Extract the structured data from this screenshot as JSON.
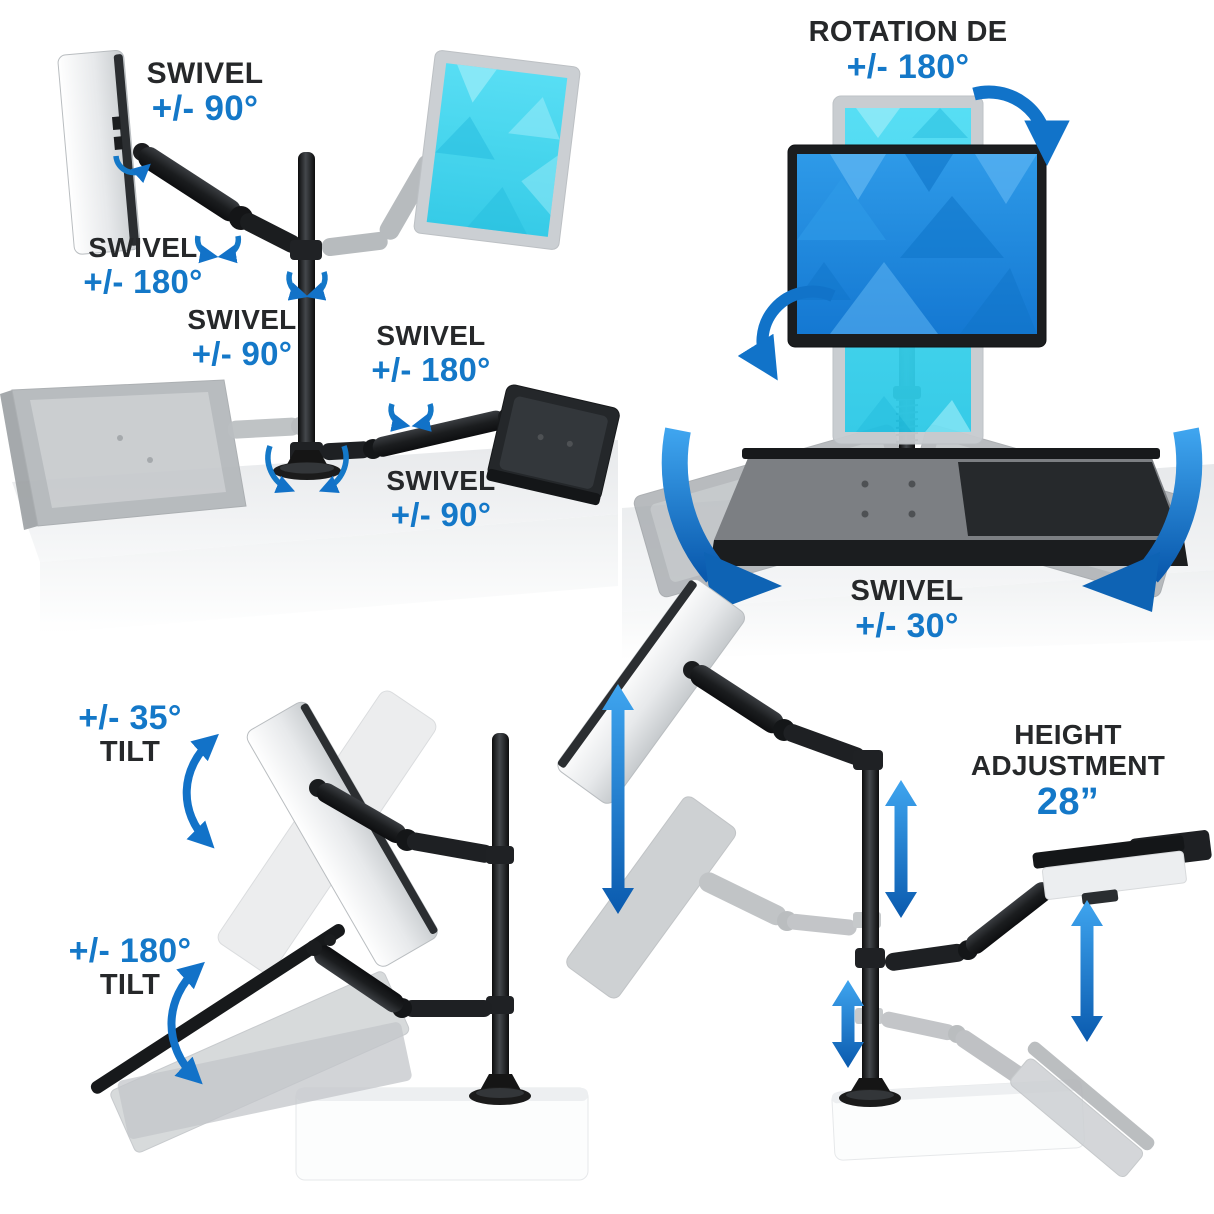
{
  "palette": {
    "accent_blue": "#1478C8",
    "text_black": "#26282A",
    "arrow_blue_light": "#3FA5EF",
    "arrow_blue_dark": "#0A5AAE",
    "screen_cyan": "#3ED7F0",
    "screen_blue": "#1E8FE0"
  },
  "icons": {
    "rotation_arrow": "curved-rotation-arrow",
    "swivel_arrow": "curved-swivel-arrow",
    "height_arrow": "vertical-double-arrow",
    "tilt_arrow": "curved-double-arrow"
  },
  "quadrants": {
    "top_left": {
      "labels": [
        {
          "title": "SWIVEL",
          "value": "+/- 90°"
        },
        {
          "title": "SWIVEL",
          "value": "+/- 180°"
        },
        {
          "title": "SWIVEL",
          "value": "+/- 90°"
        },
        {
          "title": "SWIVEL",
          "value": "+/- 180°"
        },
        {
          "title": "SWIVEL",
          "value": "+/- 90°"
        }
      ]
    },
    "top_right": {
      "rotation": {
        "title": "ROTATION DE",
        "value": "+/- 180°"
      },
      "swivel": {
        "title": "SWIVEL",
        "value": "+/- 30°"
      }
    },
    "bottom_left": {
      "labels": [
        {
          "value": "+/- 35°",
          "title": "TILT"
        },
        {
          "value": "+/- 180°",
          "title": "TILT"
        }
      ]
    },
    "bottom_right": {
      "height": {
        "line1": "HEIGHT",
        "line2": "ADJUSTMENT",
        "value": "28”"
      }
    }
  }
}
